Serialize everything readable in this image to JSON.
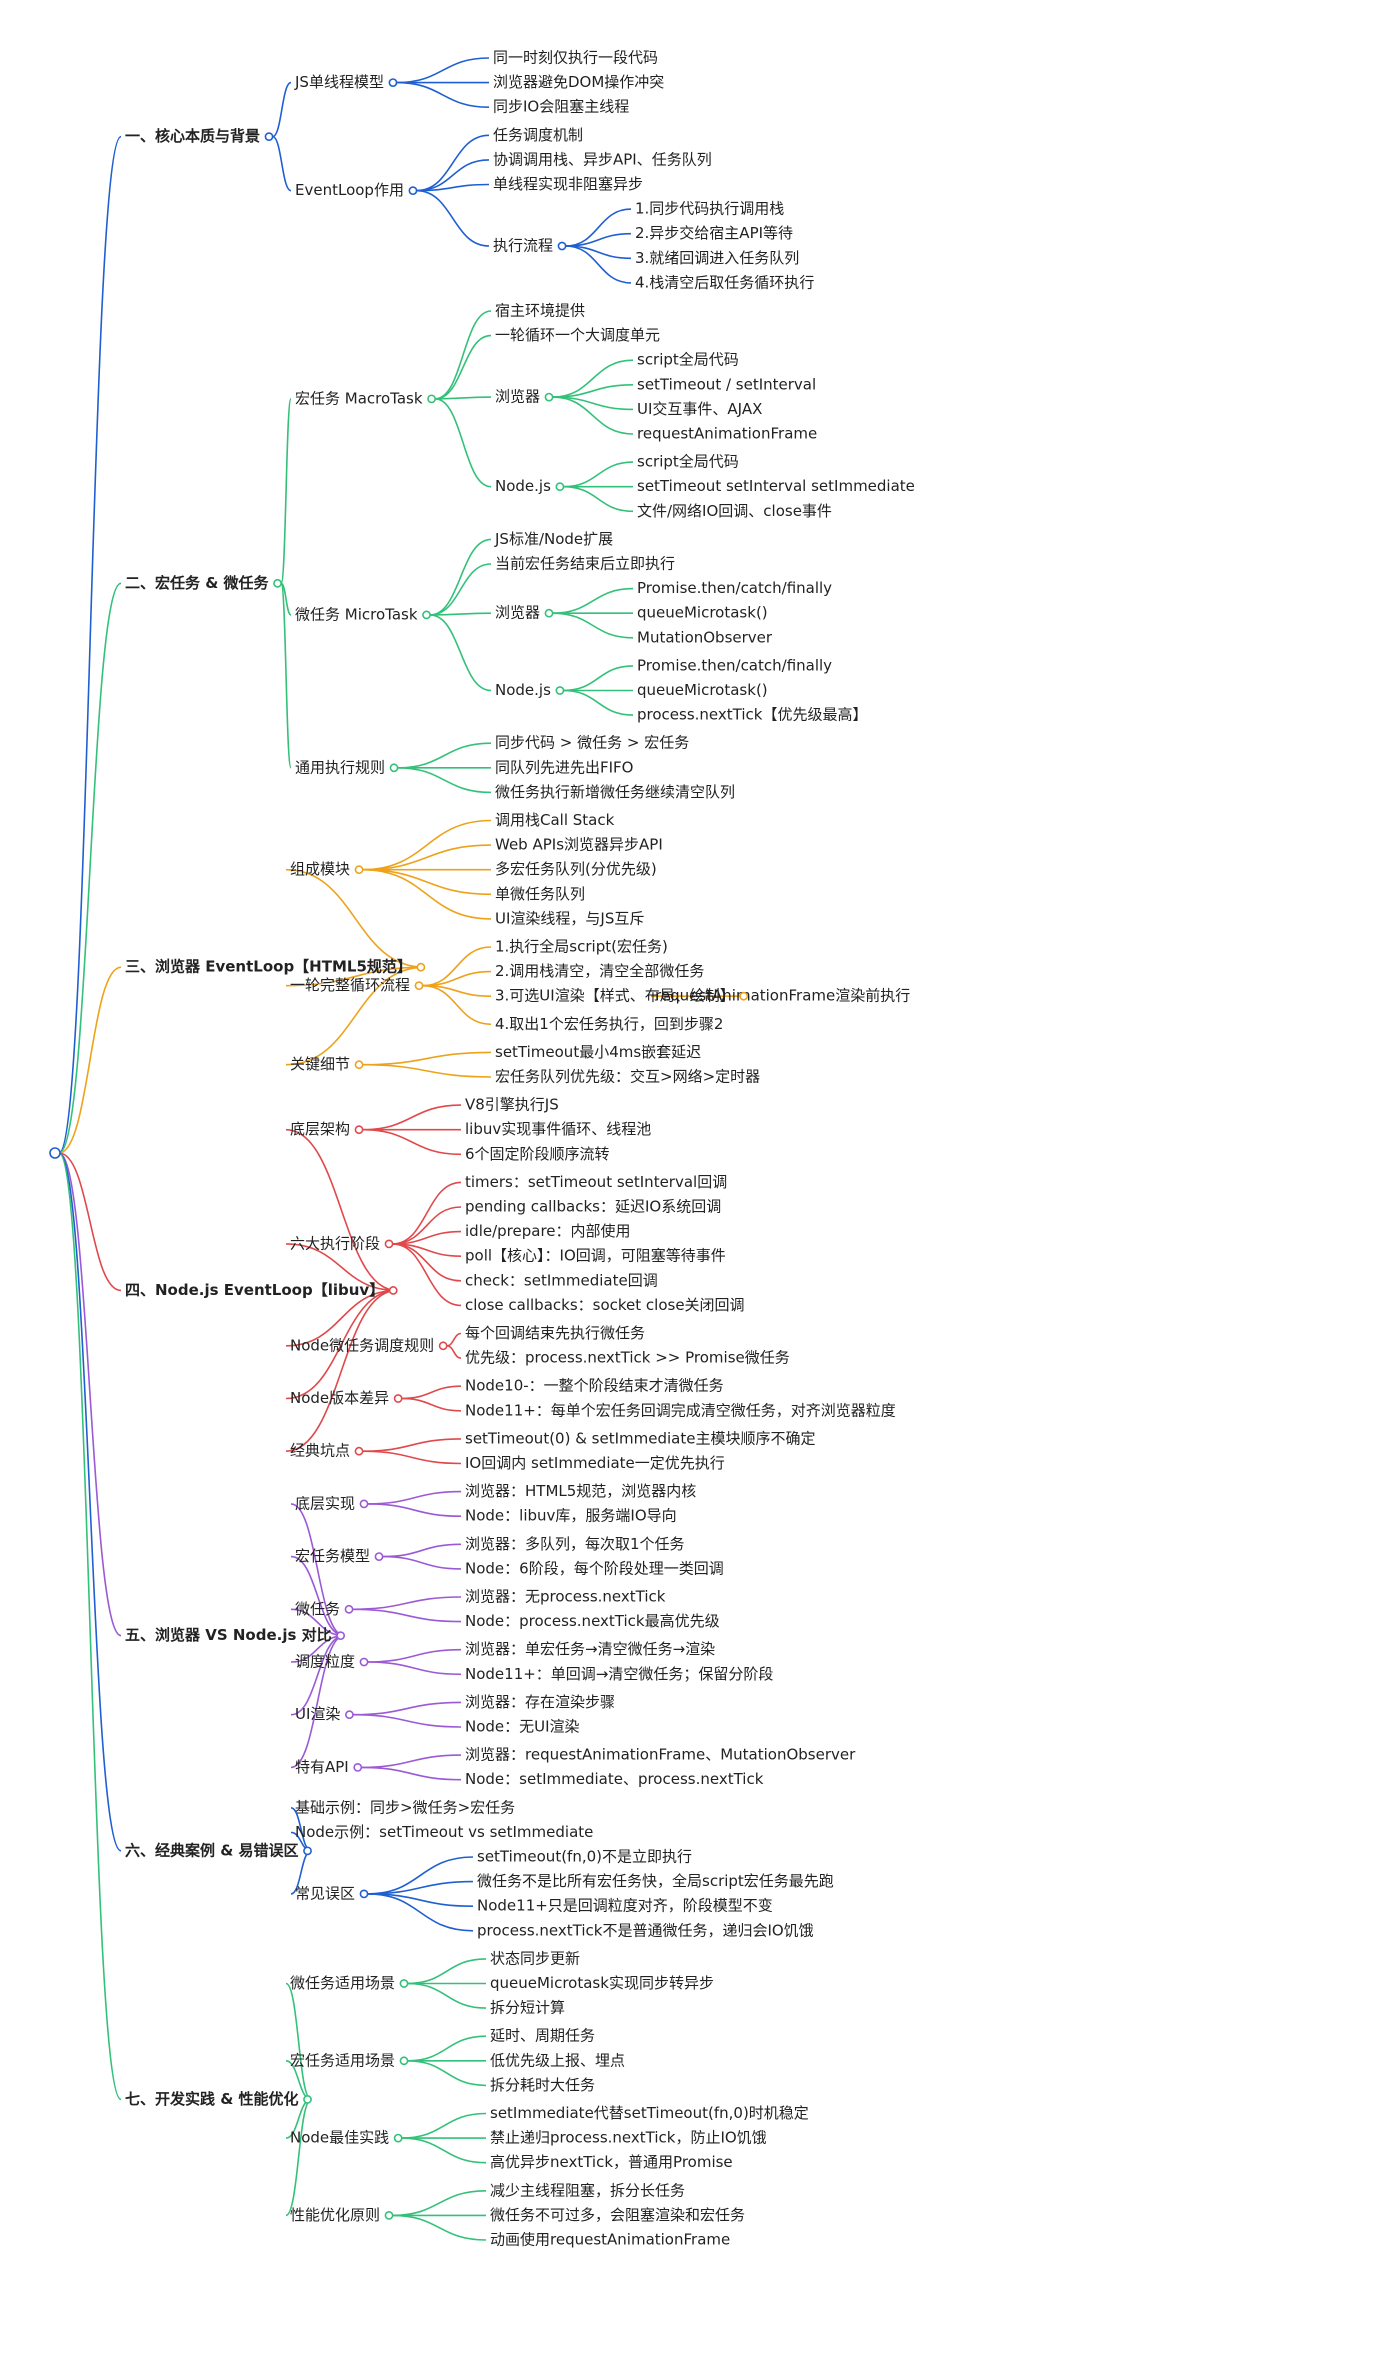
{
  "colors": {
    "blue": "#1f5fd1",
    "green": "#33c17a",
    "orange": "#eea21a",
    "red": "#e0494b",
    "purple": "#9b59d6"
  },
  "root": {
    "label": ""
  },
  "branches": [
    {
      "label": "一、核心本质与背景",
      "color": "blue",
      "children": [
        {
          "label": "JS单线程模型",
          "children": [
            {
              "label": "同一时刻仅执行一段代码"
            },
            {
              "label": "浏览器避免DOM操作冲突"
            },
            {
              "label": "同步IO会阻塞主线程"
            }
          ]
        },
        {
          "label": "EventLoop作用",
          "children": [
            {
              "label": "任务调度机制"
            },
            {
              "label": "协调调用栈、异步API、任务队列"
            },
            {
              "label": "单线程实现非阻塞异步"
            },
            {
              "label": "执行流程",
              "children": [
                {
                  "label": "1.同步代码执行调用栈"
                },
                {
                  "label": "2.异步交给宿主API等待"
                },
                {
                  "label": "3.就绪回调进入任务队列"
                },
                {
                  "label": "4.栈清空后取任务循环执行"
                }
              ]
            }
          ]
        }
      ]
    },
    {
      "label": "二、宏任务 & 微任务",
      "color": "green",
      "children": [
        {
          "label": "宏任务 MacroTask",
          "children": [
            {
              "label": "宿主环境提供"
            },
            {
              "label": "一轮循环一个大调度单元"
            },
            {
              "label": "浏览器",
              "children": [
                {
                  "label": "script全局代码"
                },
                {
                  "label": "setTimeout / setInterval"
                },
                {
                  "label": "UI交互事件、AJAX"
                },
                {
                  "label": "requestAnimationFrame"
                }
              ]
            },
            {
              "label": "Node.js",
              "children": [
                {
                  "label": "script全局代码"
                },
                {
                  "label": "setTimeout setInterval setImmediate"
                },
                {
                  "label": "文件/网络IO回调、close事件"
                }
              ]
            }
          ]
        },
        {
          "label": "微任务 MicroTask",
          "children": [
            {
              "label": "JS标准/Node扩展"
            },
            {
              "label": "当前宏任务结束后立即执行"
            },
            {
              "label": "浏览器",
              "children": [
                {
                  "label": "Promise.then/catch/finally"
                },
                {
                  "label": "queueMicrotask()"
                },
                {
                  "label": "MutationObserver"
                }
              ]
            },
            {
              "label": "Node.js",
              "children": [
                {
                  "label": "Promise.then/catch/finally"
                },
                {
                  "label": "queueMicrotask()"
                },
                {
                  "label": "process.nextTick【优先级最高】"
                }
              ]
            }
          ]
        },
        {
          "label": "通用执行规则",
          "children": [
            {
              "label": "同步代码 > 微任务 > 宏任务"
            },
            {
              "label": "同队列先进先出FIFO"
            },
            {
              "label": "微任务执行新增微任务继续清空队列"
            }
          ]
        }
      ]
    },
    {
      "label": "三、浏览器 EventLoop【HTML5规范】",
      "color": "orange",
      "children": [
        {
          "label": "组成模块",
          "children": [
            {
              "label": "调用栈Call Stack"
            },
            {
              "label": "Web APIs浏览器异步API"
            },
            {
              "label": "多宏任务队列(分优先级)"
            },
            {
              "label": "单微任务队列"
            },
            {
              "label": "UI渲染线程，与JS互斥"
            }
          ]
        },
        {
          "label": "一轮完整循环流程",
          "children": [
            {
              "label": "1.执行全局script(宏任务)"
            },
            {
              "label": "2.调用栈清空，清空全部微任务"
            },
            {
              "label": "3.可选UI渲染【样式、布局、绘制】",
              "children": [
                {
                  "label": "requestAnimationFrame渲染前执行"
                }
              ]
            },
            {
              "label": "4.取出1个宏任务执行，回到步骤2"
            }
          ]
        },
        {
          "label": "关键细节",
          "children": [
            {
              "label": "setTimeout最小4ms嵌套延迟"
            },
            {
              "label": "宏任务队列优先级：交互>网络>定时器"
            }
          ]
        }
      ]
    },
    {
      "label": "四、Node.js EventLoop【libuv】",
      "color": "red",
      "children": [
        {
          "label": "底层架构",
          "children": [
            {
              "label": "V8引擎执行JS"
            },
            {
              "label": "libuv实现事件循环、线程池"
            },
            {
              "label": "6个固定阶段顺序流转"
            }
          ]
        },
        {
          "label": "六大执行阶段",
          "children": [
            {
              "label": "timers：setTimeout setInterval回调"
            },
            {
              "label": "pending callbacks：延迟IO系统回调"
            },
            {
              "label": "idle/prepare：内部使用"
            },
            {
              "label": "poll【核心】：IO回调，可阻塞等待事件"
            },
            {
              "label": "check：setImmediate回调"
            },
            {
              "label": "close callbacks：socket close关闭回调"
            }
          ]
        },
        {
          "label": "Node微任务调度规则",
          "children": [
            {
              "label": "每个回调结束先执行微任务"
            },
            {
              "label": "优先级：process.nextTick >> Promise微任务"
            }
          ]
        },
        {
          "label": "Node版本差异",
          "children": [
            {
              "label": "Node10-：一整个阶段结束才清微任务"
            },
            {
              "label": "Node11+：每单个宏任务回调完成清空微任务，对齐浏览器粒度"
            }
          ]
        },
        {
          "label": "经典坑点",
          "children": [
            {
              "label": "setTimeout(0) & setImmediate主模块顺序不确定"
            },
            {
              "label": "IO回调内 setImmediate一定优先执行"
            }
          ]
        }
      ]
    },
    {
      "label": "五、浏览器 VS Node.js 对比",
      "color": "purple",
      "children": [
        {
          "label": "底层实现",
          "children": [
            {
              "label": "浏览器：HTML5规范，浏览器内核"
            },
            {
              "label": "Node：libuv库，服务端IO导向"
            }
          ]
        },
        {
          "label": "宏任务模型",
          "children": [
            {
              "label": "浏览器：多队列，每次取1个任务"
            },
            {
              "label": "Node：6阶段，每个阶段处理一类回调"
            }
          ]
        },
        {
          "label": "微任务",
          "children": [
            {
              "label": "浏览器：无process.nextTick"
            },
            {
              "label": "Node：process.nextTick最高优先级"
            }
          ]
        },
        {
          "label": "调度粒度",
          "children": [
            {
              "label": "浏览器：单宏任务→清空微任务→渲染"
            },
            {
              "label": "Node11+：单回调→清空微任务；保留分阶段"
            }
          ]
        },
        {
          "label": "UI渲染",
          "children": [
            {
              "label": "浏览器：存在渲染步骤"
            },
            {
              "label": "Node：无UI渲染"
            }
          ]
        },
        {
          "label": "特有API",
          "children": [
            {
              "label": "浏览器：requestAnimationFrame、MutationObserver"
            },
            {
              "label": "Node：setImmediate、process.nextTick"
            }
          ]
        }
      ]
    },
    {
      "label": "六、经典案例 & 易错误区",
      "color": "blue",
      "children": [
        {
          "label": "基础示例：同步>微任务>宏任务"
        },
        {
          "label": "Node示例：setTimeout vs setImmediate"
        },
        {
          "label": "常见误区",
          "children": [
            {
              "label": "setTimeout(fn,0)不是立即执行"
            },
            {
              "label": "微任务不是比所有宏任务快，全局script宏任务最先跑"
            },
            {
              "label": "Node11+只是回调粒度对齐，阶段模型不变"
            },
            {
              "label": "process.nextTick不是普通微任务，递归会IO饥饿"
            }
          ]
        }
      ]
    },
    {
      "label": "七、开发实践 & 性能优化",
      "color": "green",
      "children": [
        {
          "label": "微任务适用场景",
          "children": [
            {
              "label": "状态同步更新"
            },
            {
              "label": "queueMicrotask实现同步转异步"
            },
            {
              "label": "拆分短计算"
            }
          ]
        },
        {
          "label": "宏任务适用场景",
          "children": [
            {
              "label": "延时、周期任务"
            },
            {
              "label": "低优先级上报、埋点"
            },
            {
              "label": "拆分耗时大任务"
            }
          ]
        },
        {
          "label": "Node最佳实践",
          "children": [
            {
              "label": "setImmediate代替setTimeout(fn,0)时机稳定"
            },
            {
              "label": "禁止递归process.nextTick，防止IO饥饿"
            },
            {
              "label": "高优异步nextTick，普通用Promise"
            }
          ]
        },
        {
          "label": "性能优化原则",
          "children": [
            {
              "label": "减少主线程阻塞，拆分长任务"
            },
            {
              "label": "微任务不可过多，会阻塞渲染和宏任务"
            },
            {
              "label": "动画使用requestAnimationFrame"
            }
          ]
        }
      ]
    }
  ]
}
